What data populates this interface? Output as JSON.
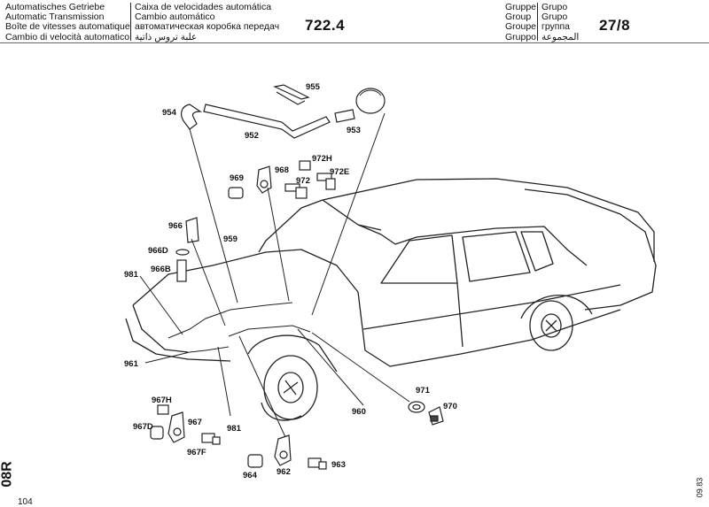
{
  "header": {
    "col1": [
      "Automatisches Getriebe",
      "Automatic Transmission",
      "Boîte de vitesses automatique",
      "Cambio di velocità automatico"
    ],
    "col2": [
      "Caixa de velocidades automática",
      "Cambio automático",
      "автоматическая коробка передач",
      "علبة تروس ذاتية"
    ],
    "model": "722.4",
    "col3": [
      "Gruppe",
      "Group",
      "Groupe",
      "Gruppo"
    ],
    "col4": [
      "Grupo",
      "Grupo",
      "группа",
      "المجموعة"
    ],
    "group_no": "27/8"
  },
  "side_tag": "08R",
  "page_number": "104",
  "date_code": "09.83",
  "callouts": {
    "c955": "955",
    "c954": "954",
    "c952": "952",
    "c953": "953",
    "c968": "968",
    "c972H": "972H",
    "c972E": "972E",
    "c972": "972",
    "c969": "969",
    "c966": "966",
    "c966D": "966D",
    "c966B": "966B",
    "c959": "959",
    "c981": "981",
    "c961": "961",
    "c967H": "967H",
    "c967D": "967D",
    "c967": "967",
    "c967F": "967F",
    "c981b": "981",
    "c964": "964",
    "c962": "962",
    "c963": "963",
    "c960": "960",
    "c971": "971",
    "c970": "970"
  }
}
